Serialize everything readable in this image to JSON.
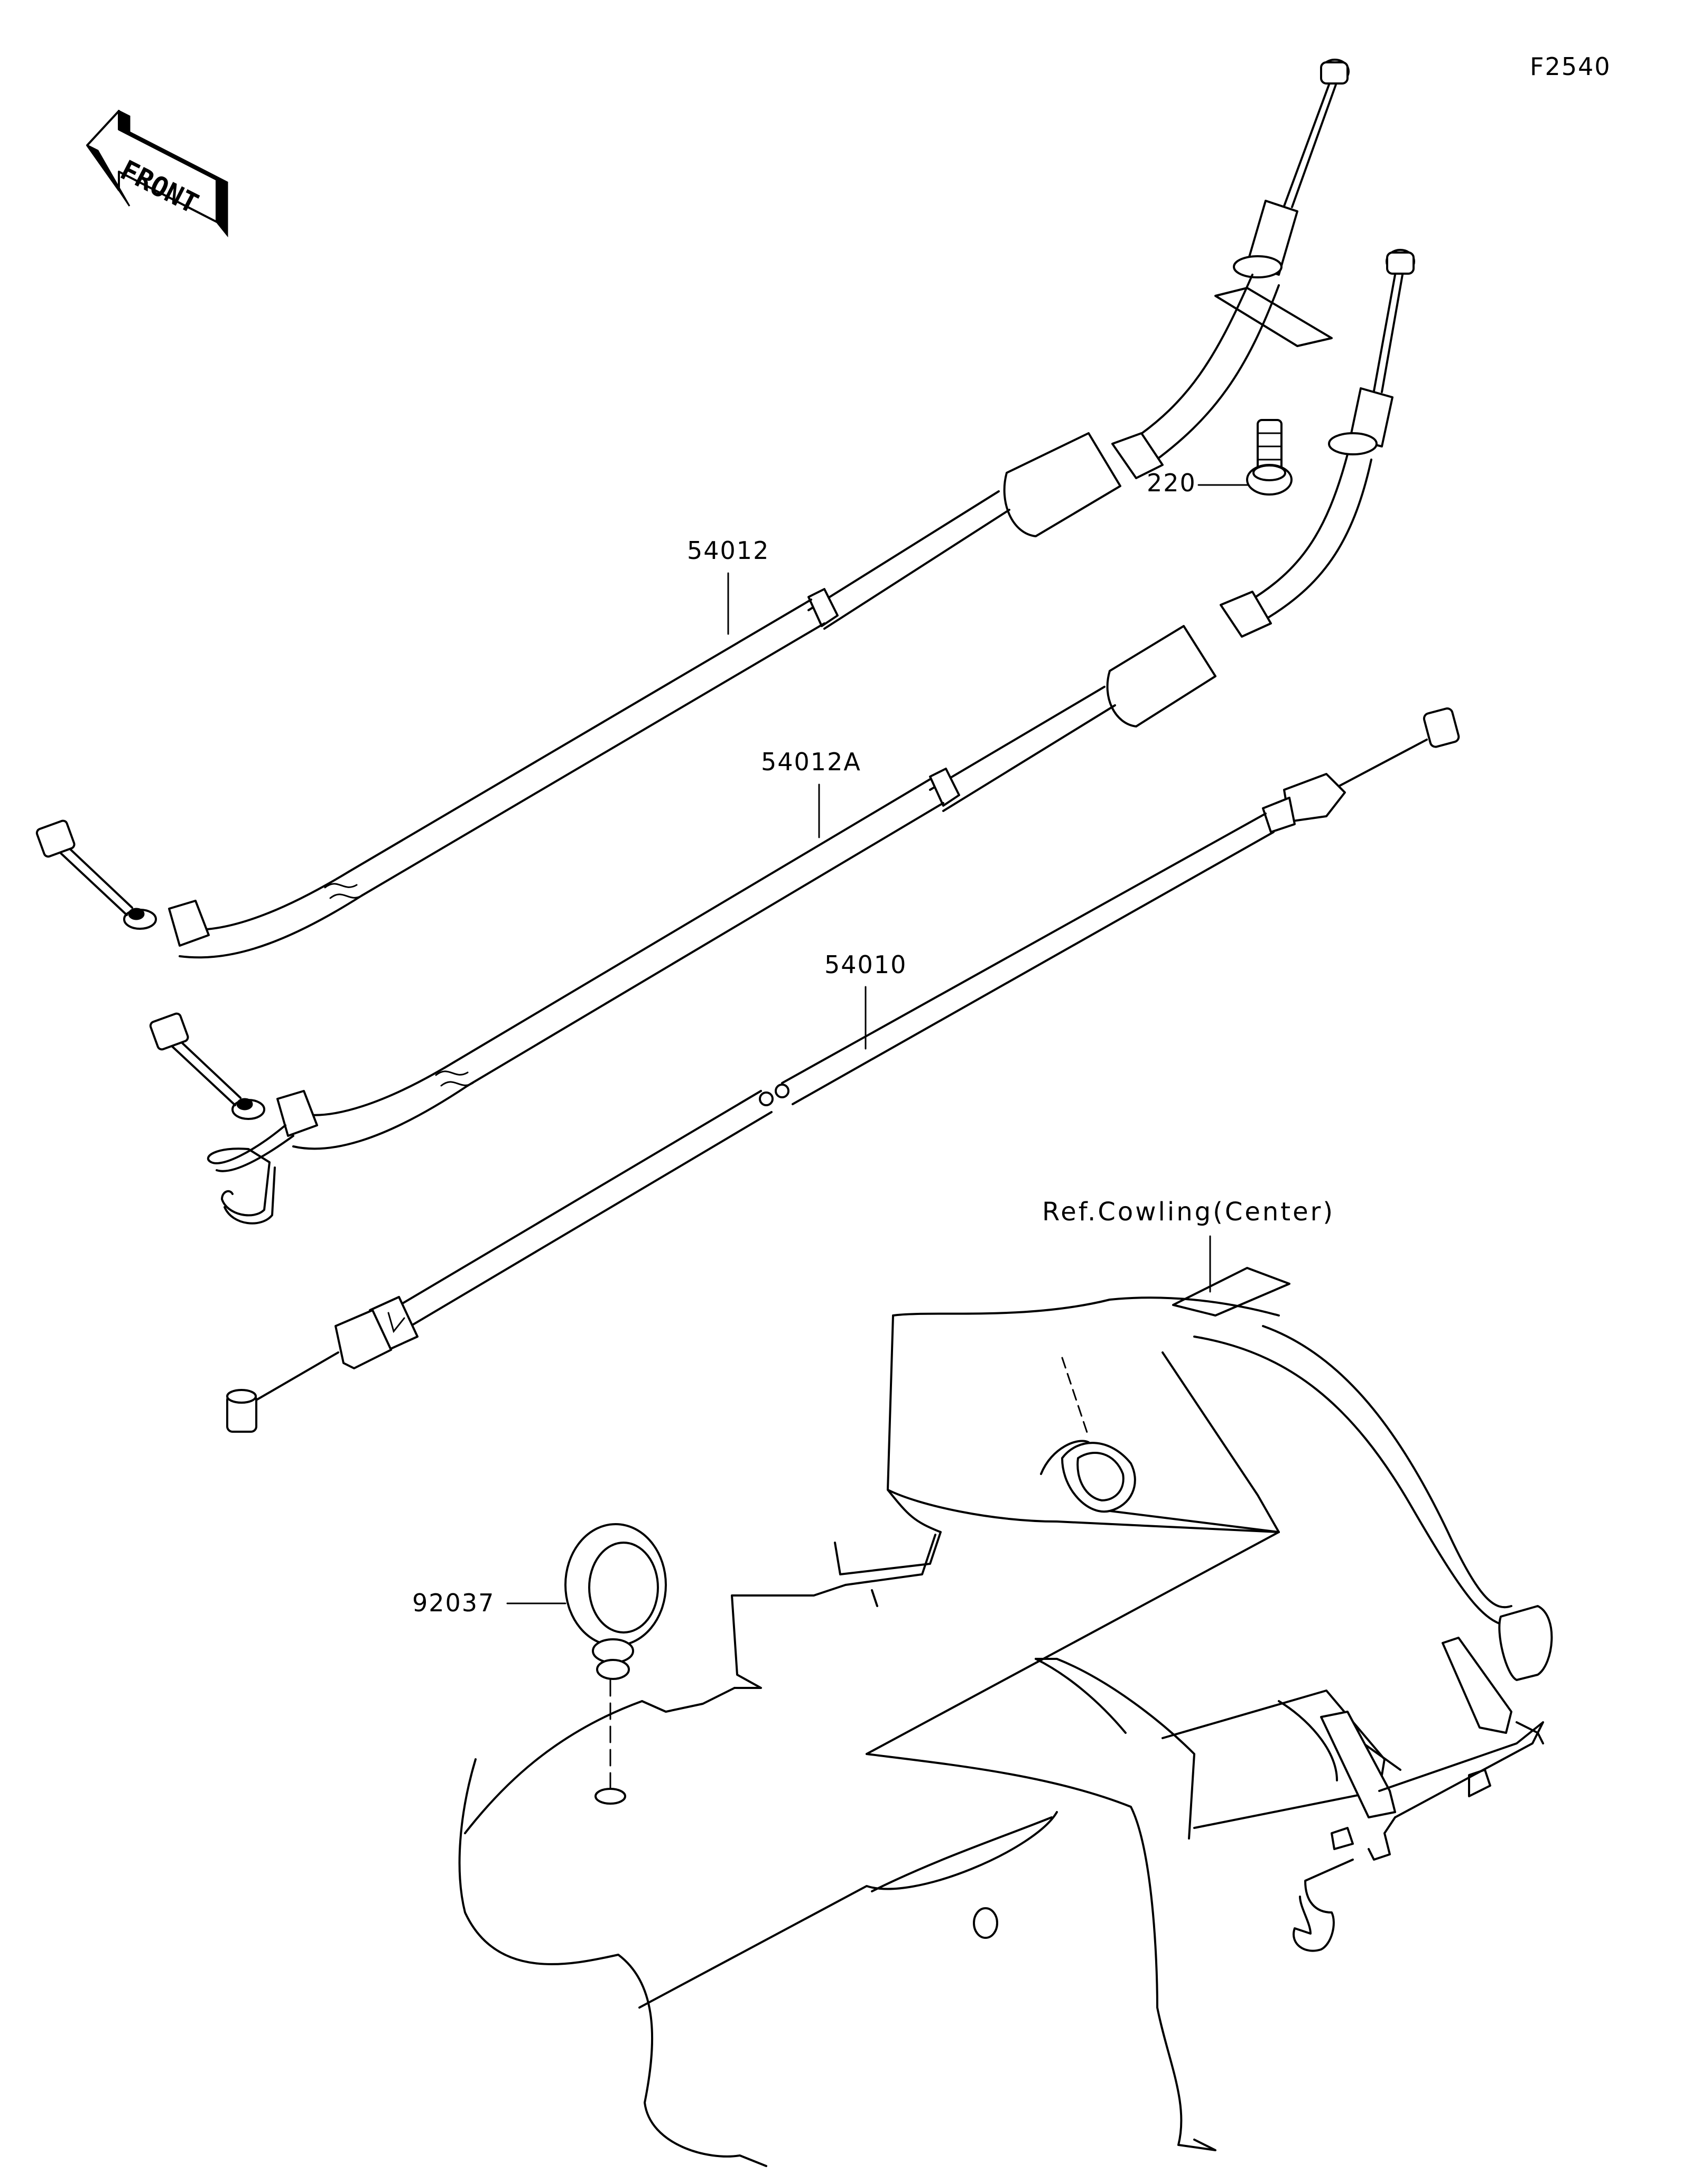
{
  "figure_id": "F2540",
  "orientation": {
    "label": "FRONT",
    "icon": "front-direction-arrow-icon"
  },
  "parts": [
    {
      "number": "54012"
    },
    {
      "number": "54012A"
    },
    {
      "number": "54010"
    },
    {
      "number": "220"
    },
    {
      "number": "92037"
    }
  ],
  "reference": {
    "label": "Ref.Cowling(Center)"
  },
  "colors": {
    "ink": "#000000",
    "paper": "#ffffff"
  }
}
